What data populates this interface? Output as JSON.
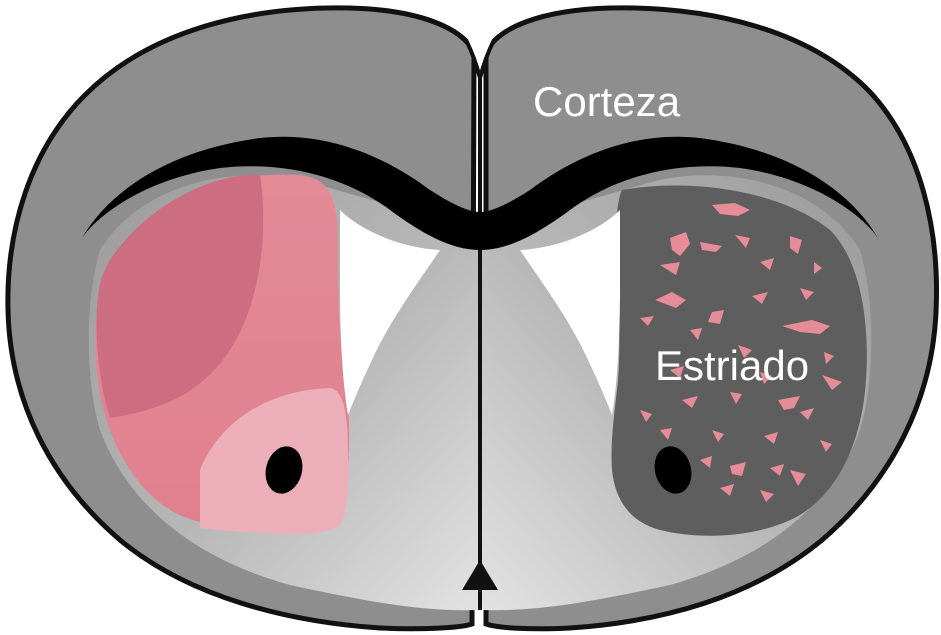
{
  "labels": {
    "cortex": "Corteza",
    "striatum": "Estriado"
  },
  "colors": {
    "background": "#ffffff",
    "outline": "#111111",
    "cortex_gray": "#8c8c8c",
    "inner_gray": "#b5b5b5",
    "inner_light": "#d9d9d9",
    "ventricle": "#ffffff",
    "pink_dark": "#cc6d82",
    "pink_mid": "#e2848f",
    "pink_light": "#ecaeb9",
    "striatum_dark": "#5e5e5e",
    "speckle": "#e68b98",
    "black": "#000000"
  },
  "icons": {
    "brain_section": "coronal-brain-section-diagram"
  }
}
